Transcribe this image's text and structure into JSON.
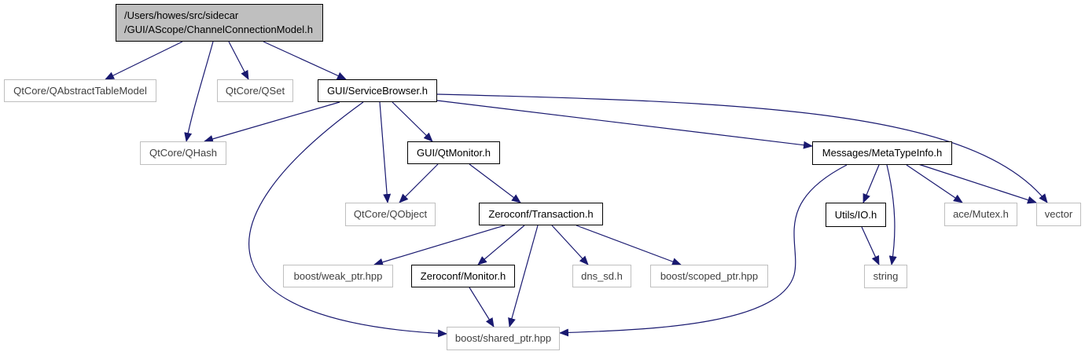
{
  "colors": {
    "edge": "#191970",
    "external_border": "#bfbfbf",
    "root_fill": "#bfbfbf"
  },
  "nodes": {
    "root": {
      "line1": "/Users/howes/src/sidecar",
      "line2": "/GUI/AScope/ChannelConnectionModel.h"
    },
    "qabstracttablemodel": "QtCore/QAbstractTableModel",
    "qset": "QtCore/QSet",
    "servicebrowser": "GUI/ServiceBrowser.h",
    "qhash": "QtCore/QHash",
    "qtmonitor": "GUI/QtMonitor.h",
    "metatypeinfo": "Messages/MetaTypeInfo.h",
    "qobject": "QtCore/QObject",
    "transaction": "Zeroconf/Transaction.h",
    "utils_io": "Utils/IO.h",
    "ace_mutex": "ace/Mutex.h",
    "vector": "vector",
    "weak_ptr": "boost/weak_ptr.hpp",
    "zc_monitor": "Zeroconf/Monitor.h",
    "dns_sd": "dns_sd.h",
    "scoped_ptr": "boost/scoped_ptr.hpp",
    "string": "string",
    "shared_ptr": "boost/shared_ptr.hpp"
  }
}
